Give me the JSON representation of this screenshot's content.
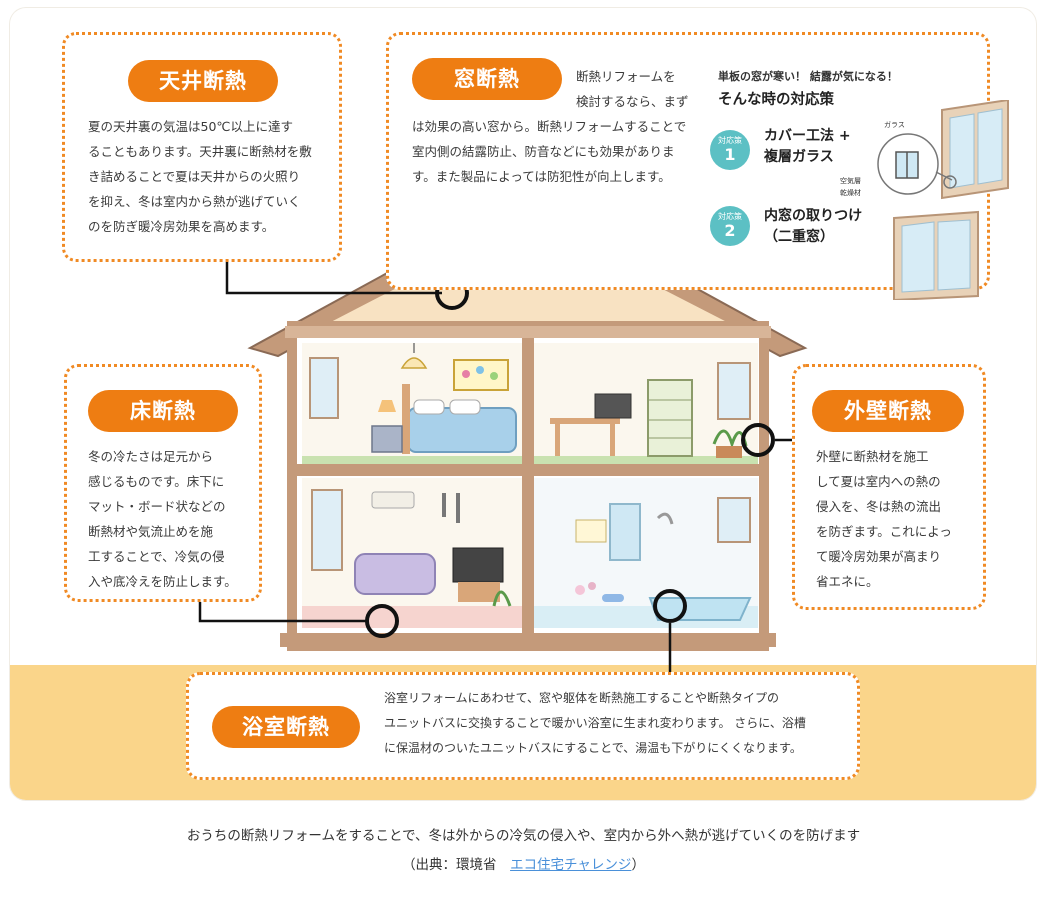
{
  "sections": {
    "ceiling": {
      "title": "天井断熱",
      "body": "夏の天井裏の気温は50℃以上に達す\nることもあります。天井裏に断熱材を敷\nき詰めることで夏は天井からの火照り\nを抑え、冬は室内から熱が逃げていく\nのを防ぎ暖冷房効果を高めます。"
    },
    "window": {
      "title": "窓断熱",
      "body_right": "断熱リフォームを\n検討するなら、まず",
      "body": "は効果の高い窓から。断熱リフォームすることで\n室内側の結露防止、防音などにも効果がありま\nす。また製品によっては防犯性が向上します。",
      "headline": "単板の窓が寒い！ 結露が気になる！",
      "subheadline": "そんな時の対応策",
      "options": [
        {
          "badge_label": "対応策",
          "number": "1",
          "text": "カバー工法 +\n複層ガラス"
        },
        {
          "badge_label": "対応策",
          "number": "2",
          "text": "内窓の取りつけ\n（二重窓）"
        }
      ],
      "parts": [
        "ガラス",
        "空気層",
        "乾燥材"
      ]
    },
    "floor": {
      "title": "床断熱",
      "body": "冬の冷たさは足元から\n感じるものです。床下に\nマット・ボード状などの\n断熱材や気流止めを施\n工することで、冷気の侵\n入や底冷えを防止します。"
    },
    "wall": {
      "title": "外壁断熱",
      "body": "外壁に断熱材を施工\nして夏は室内への熱の\n侵入を、冬は熱の流出\nを防ぎます。これによっ\nて暖冷房効果が高まり\n省エネに。"
    },
    "bath": {
      "title": "浴室断熱",
      "body": "浴室リフォームにあわせて、窓や躯体を断熱施工することや断熱タイプの\nユニットバスに交換することで暖かい浴室に生まれ変わります。 さらに、浴槽\nに保温材のついたユニットバスにすることで、湯温も下がりにくくなります。"
    }
  },
  "caption": "おうちの断熱リフォームをすることで、冬は外からの冷気の侵入や、室内から外へ熱が逃げていくのを防げます",
  "source": {
    "prefix": "（出典：環境省　",
    "link_text": "エコ住宅チャレンジ",
    "suffix": "）"
  },
  "colors": {
    "accent": "#ee7d12",
    "dotted_border": "#f08a24",
    "badge": "#5cc0c4",
    "ground": "#fad58a",
    "link": "#4a90d9"
  }
}
